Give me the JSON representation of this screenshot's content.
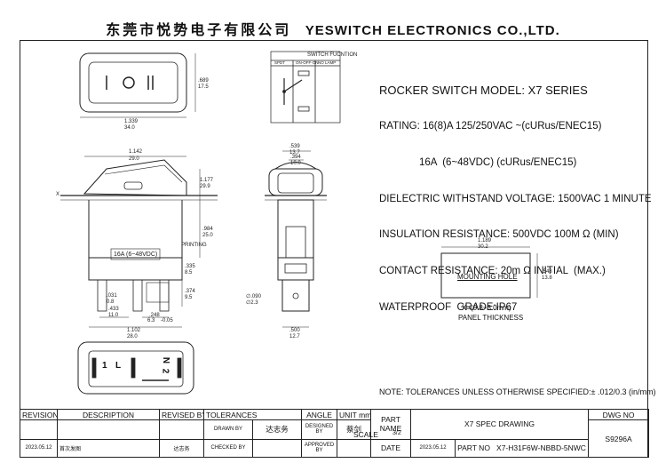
{
  "header": {
    "company_cn": "东莞市悦势电子有限公司",
    "company_en": "YESWITCH ELECTRONICS CO.,LTD."
  },
  "spec": {
    "title": "ROCKER SWITCH MODEL: X7 SERIES",
    "rating_1": "RATING: 16(8)A 125/250VAC ~(cURus/ENEC15)",
    "rating_2": "16A  (6~48VDC) (cURus/ENEC15)",
    "dielectric": "DIELECTRIC WITHSTAND VOLTAGE: 1500VAC 1 MINUTE",
    "insulation": "INSULATION RESISTANCE: 500VDC 100M Ω (MIN)",
    "contact": "CONTACT RESISTANCE: 20m Ω INITIAL  (MAX.)",
    "waterproof": "WATERPROOF  GRADE:IP67"
  },
  "note": "NOTE: TOLERANCES UNLESS OTHERWISE SPECIFIED:± .012/0.3 (in/mm)",
  "drawing": {
    "switch_function": "SWITCH FUCNTION",
    "sf_cols": [
      "SPDT",
      "ON-OFF-ON",
      "NO LAMP"
    ],
    "front_symbols": [
      "I",
      "O",
      "II"
    ],
    "dim_top_w": "1.339",
    "dim_top_w_mm": "34.0",
    "dim_top_h": ".689",
    "dim_top_h_mm": "17.5",
    "dim_side_w": "1.142",
    "dim_side_w_mm": "29.0",
    "dim_side_r": "1.177",
    "dim_side_r2": "29.9",
    "dim_depth": ".984",
    "dim_depth_mm": "25.0",
    "dim_term": ".335",
    "dim_term_mm": "8.5",
    "dim_x": "X",
    "printing": "PRINTING",
    "label_box": "16A (6~48VDC)",
    "dim_031": ".031",
    "dim_031_mm": "0.8",
    "dim_433": ".433",
    "dim_433_mm": "11.0",
    "dim_248": ".248",
    "dim_248_mm": "6.3",
    "dim_248_tol": "-0.05",
    "dim_374": ".374",
    "dim_374_mm": "9.5",
    "dim_bot_w": "1.102",
    "dim_bot_w_mm": "28.0",
    "dim_539": ".539",
    "dim_539_mm": "13.7",
    "dim_394": ".394",
    "dim_394_mm": "10.0",
    "dim_090": "∅.090",
    "dim_090_mm": "∅2.3",
    "dim_500": ".500",
    "dim_500_mm": "12.7",
    "hole_w": "1.189",
    "hole_w_mm": "30.2",
    "hole_h": ".543",
    "hole_h_mm": "13.8",
    "mounting_hole": "MOUNTING HOLE",
    "panel_x": "X=(0.8~3.0mm)",
    "panel_thickness": "PANEL THICKNESS",
    "bottom_labels": [
      "1",
      "L",
      "N",
      "2"
    ]
  },
  "titleblock": {
    "revision": "REVISION",
    "description": "DESCRIPTION",
    "revised_by": "REVISED BY",
    "tolerances": "TOLERANCES",
    "angle": "ANGLE",
    "unit": "UNIT",
    "unit_val": "mm",
    "part_name_label": "PART NAME",
    "part_name": "X7 SPEC DRAWING",
    "dwg_no_label": "DWG NO",
    "dwg_no": "S9296A",
    "drawn_by": "DRAWN BY",
    "drawn_sig": "达志务",
    "designed_by": "DESIGNED BY",
    "designed_sig": "蔡剑",
    "scale": "SCALE",
    "scale_val": "3/2",
    "checked_by": "CHECKED BY",
    "approved_by": "APPROVED BY",
    "date_label": "DATE",
    "date_val": "2023.05.12",
    "part_no_label": "PART NO",
    "part_no": "X7-H31F6W-NBBD-5NWC",
    "rev_date": "2023.05.12",
    "rev_desc": "首次发图",
    "rev_by": "达志务"
  }
}
